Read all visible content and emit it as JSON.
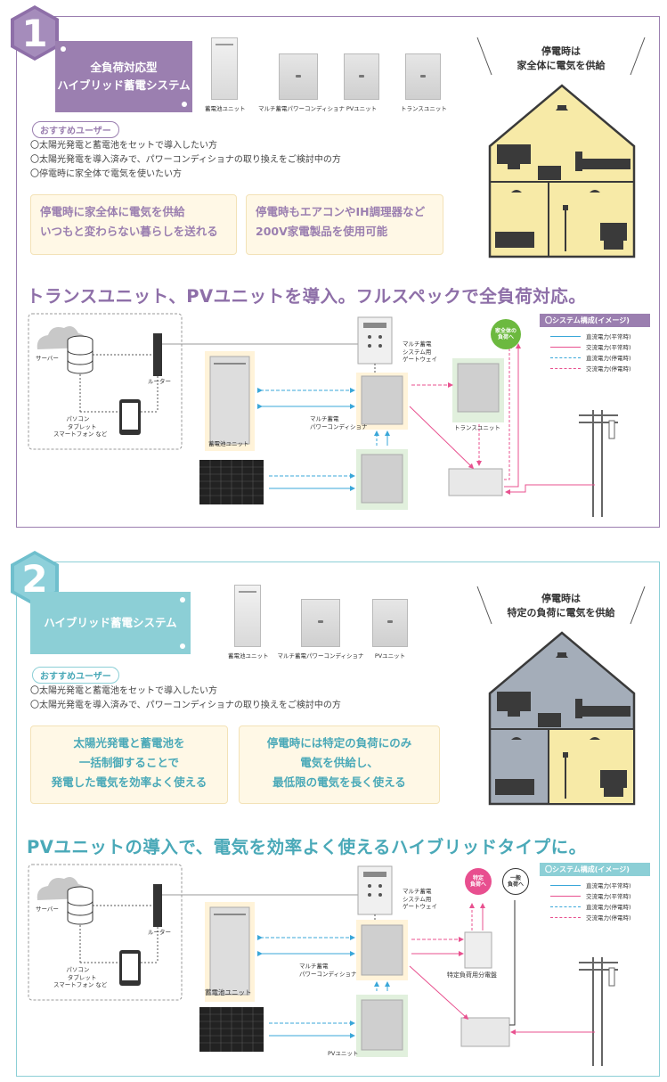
{
  "colors": {
    "purple": "#9b7fb0",
    "teal": "#8ccfd6",
    "cream": "#fff8e6",
    "cyan_line": "#3aa7d9",
    "pink_line": "#e8518f",
    "house_lit": "#f7eaa7",
    "house_dark": "#a4adb9",
    "badge_purple": "#8e6fa8",
    "badge_teal": "#6fbfcd"
  },
  "panel1": {
    "badge": "1",
    "title_line1": "全負荷対応型",
    "title_line2": "ハイブリッド蓄電システム",
    "products": [
      "蓄電池ユニット",
      "マルチ蓄電パワーコンディショナ",
      "PVユニット",
      "トランスユニット"
    ],
    "house_note_line1": "停電時は",
    "house_note_line2": "家全体に電気を供給",
    "recommend_label": "おすすめユーザー",
    "bullets": [
      "〇太陽光発電と蓄電池をセットで導入したい方",
      "〇太陽光発電を導入済みで、パワーコンディショナの取り換えをご検討中の方",
      "〇停電時に家全体で電気を使いたい方"
    ],
    "feature1_line1": "停電時に家全体に電気を供給",
    "feature1_line2": "いつもと変わらない暮らしを送れる",
    "feature2_line1": "停電時もエアコンやIH調理器など",
    "feature2_line2": "200V家電製品を使用可能",
    "headline": "トランスユニット、PVユニットを導入。フルスペックで全負荷対応。",
    "diagram": {
      "server": "サーバー",
      "router": "ルーター",
      "device_line1": "パソコン",
      "device_line2": "タブレット",
      "device_line3": "スマートフォン など",
      "gateway_line1": "マルチ蓄電",
      "gateway_line2": "システム用",
      "gateway_line3": "ゲートウェイ",
      "battery": "蓄電池ユニット",
      "pcs_line1": "マルチ蓄電",
      "pcs_line2": "パワーコンディショナ",
      "transformer": "トランスユニット",
      "circle_line1": "家全体の",
      "circle_line2": "負荷へ"
    },
    "legend": {
      "title": "〇システム構成(イメージ)",
      "items": [
        "直流電力(平常時)",
        "交流電力(平常時)",
        "直流電力(停電時)",
        "交流電力(停電時)"
      ]
    }
  },
  "panel2": {
    "badge": "2",
    "title_line1": "ハイブリッド蓄電システム",
    "products": [
      "蓄電池ユニット",
      "マルチ蓄電パワーコンディショナ",
      "PVユニット"
    ],
    "house_note_line1": "停電時は",
    "house_note_line2": "特定の負荷に電気を供給",
    "recommend_label": "おすすめユーザー",
    "bullets": [
      "〇太陽光発電と蓄電池をセットで導入したい方",
      "〇太陽光発電を導入済みで、パワーコンディショナの取り換えをご検討中の方"
    ],
    "feature1_line1": "太陽光発電と蓄電池を",
    "feature1_line2": "一括制御することで",
    "feature1_line3": "発電した電気を効率よく使える",
    "feature2_line1": "停電時には特定の負荷にのみ",
    "feature2_line2": "電気を供給し、",
    "feature2_line3": "最低限の電気を長く使える",
    "headline": "PVユニットの導入で、電気を効率よく使えるハイブリッドタイプに。",
    "diagram": {
      "server": "サーバー",
      "router": "ルーター",
      "device_line1": "パソコン",
      "device_line2": "タブレット",
      "device_line3": "スマートフォン など",
      "gateway_line1": "マルチ蓄電",
      "gateway_line2": "システム用",
      "gateway_line3": "ゲートウェイ",
      "battery": "蓄電池ユニット",
      "pcs_line1": "マルチ蓄電",
      "pcs_line2": "パワーコンディショナ",
      "pv": "PVユニット",
      "panel_board": "特定負荷用分電盤",
      "circle1_line1": "特定",
      "circle1_line2": "負荷へ",
      "circle2_line1": "一般",
      "circle2_line2": "負荷へ"
    },
    "legend": {
      "title": "〇システム構成(イメージ)",
      "items": [
        "直流電力(平常時)",
        "交流電力(平常時)",
        "直流電力(停電時)",
        "交流電力(停電時)"
      ]
    }
  }
}
